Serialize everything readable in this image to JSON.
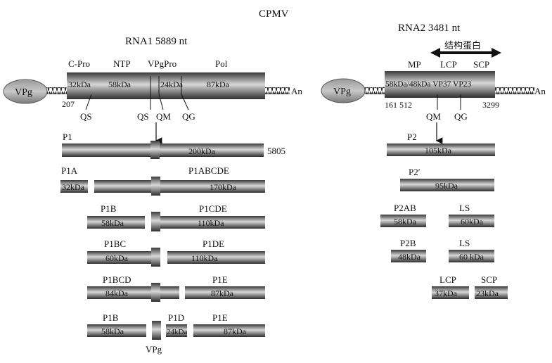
{
  "title": "CPMV",
  "rna1": {
    "heading": "RNA1 5889 nt",
    "domains": [
      "C-Pro",
      "NTP",
      "VPgPro",
      "Pol"
    ],
    "segment_labels": [
      "32kDa",
      "58kDa",
      "24kDa",
      "87kDa"
    ],
    "vpg": "VPg",
    "tail": "An",
    "start": "207",
    "sites": [
      "QS",
      "QS",
      "QM",
      "QG"
    ],
    "products": [
      {
        "label": "P1",
        "mass": "200kDa",
        "end": "5805"
      },
      {
        "label": "P1A",
        "mass": "32kDa"
      },
      {
        "label": "P1ABCDE",
        "mass": "170kDa"
      },
      {
        "label": "P1B",
        "mass": "58kDa"
      },
      {
        "label": "P1CDE",
        "mass": "110kDa"
      },
      {
        "label": "P1BC",
        "mass": "60kDa"
      },
      {
        "label": "P1DE",
        "mass": "110kDa"
      },
      {
        "label": "P1BCD",
        "mass": "84kDa"
      },
      {
        "label": "P1E",
        "mass": "87kDa"
      },
      {
        "label": "P1B",
        "mass": "58kDa"
      },
      {
        "label": "P1D",
        "mass": "24kDa"
      },
      {
        "label": "P1E",
        "mass": "87kDa"
      }
    ],
    "vpg_bottom": "VPg"
  },
  "rna2": {
    "heading": "RNA2 3481 nt",
    "structural_label": "结构蛋白",
    "domains": [
      "MP",
      "LCP",
      "SCP"
    ],
    "segment_label": "58kDa/48kDa VP37  VP23",
    "vpg": "VPg",
    "tail": "An",
    "starts": "161 512",
    "end": "3299",
    "sites": [
      "QM",
      "QG"
    ],
    "products": [
      {
        "label": "P2",
        "mass": "105kDa"
      },
      {
        "label": "P2′",
        "mass": "95kDa"
      },
      {
        "label": "P2AB",
        "mass": "58kDa"
      },
      {
        "label": "LS",
        "mass": "60kDa"
      },
      {
        "label": "P2B",
        "mass": "48kDa"
      },
      {
        "label": "LS",
        "mass": "60 kDa"
      },
      {
        "label": "LCP",
        "mass": "37kDa"
      },
      {
        "label": "SCP",
        "mass": "23kDa"
      }
    ]
  }
}
